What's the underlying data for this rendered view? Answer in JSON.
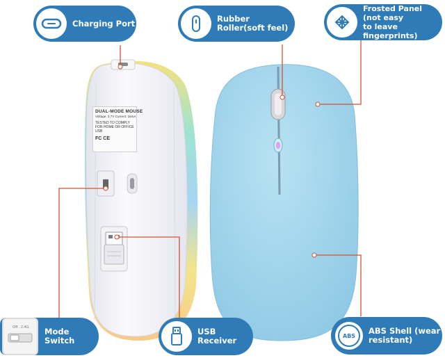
{
  "callouts": {
    "charging_port": "Charging Port",
    "rubber_roller": "Rubber Roller(soft feel)",
    "frosted_panel": "Frosted Panel (not easy\nto leave fingerprints)",
    "mode_switch": "Mode Switch",
    "usb_receiver": "USB Receiver",
    "abs_shell": "ABS Shell (wear\nresistant)"
  },
  "sticker": {
    "title": "DUAL-MODE MOUSE",
    "specs": "Voltage: 3.7V    Current: 15mA",
    "tested": "TESTED TO COMPLY\nFOR HOME OR OFFICE USB",
    "marks": "FC CE"
  },
  "switch_text": "Off . 2.4G",
  "abs_icon_text": "ABS",
  "colors": {
    "callout_blue": "#2f7bb8",
    "mouse_top": "#a9d8ee",
    "mouse_bottom": "#f1f1f6",
    "leader_line": "#d6512f"
  }
}
